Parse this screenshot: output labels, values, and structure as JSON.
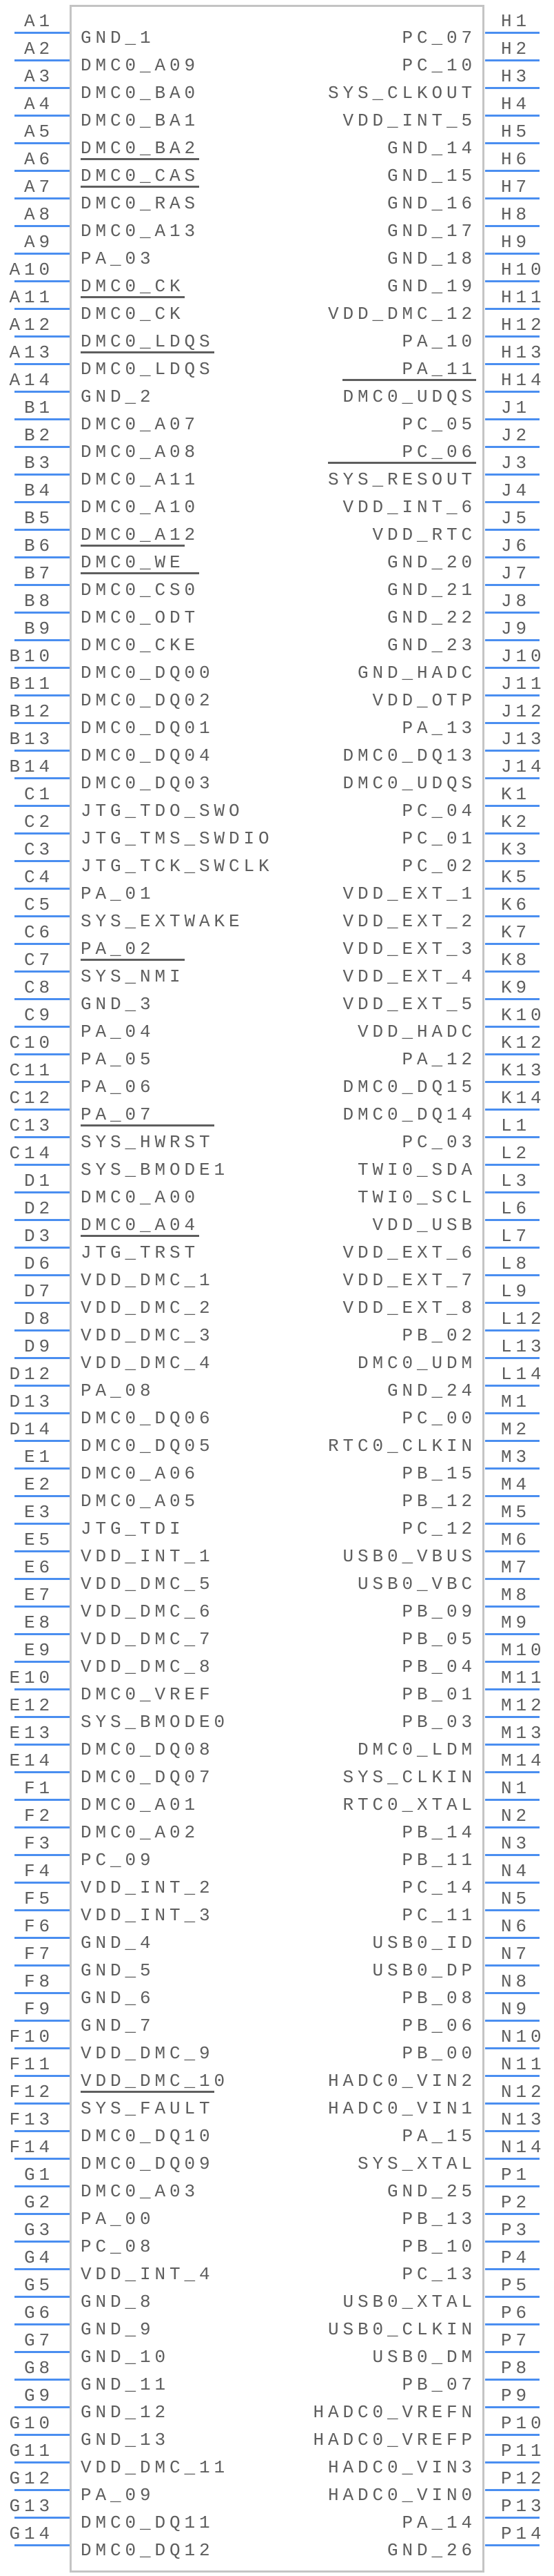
{
  "symbol": {
    "pin_color": "#4a8ef0",
    "text_color": "#5e5e5e",
    "outline_color": "#c4c4c4",
    "left_pins": [
      {
        "num": "A1",
        "name": "GND_1"
      },
      {
        "num": "A2",
        "name": "DMC0_A09"
      },
      {
        "num": "A3",
        "name": "DMC0_BA0"
      },
      {
        "num": "A4",
        "name": "DMC0_BA1"
      },
      {
        "num": "A5",
        "name": "DMC0_BA2"
      },
      {
        "num": "A6",
        "name": "DMC0_CAS",
        "inverted": true
      },
      {
        "num": "A7",
        "name": "DMC0_RAS",
        "inverted": true
      },
      {
        "num": "A8",
        "name": "DMC0_A13"
      },
      {
        "num": "A9",
        "name": "PA_03"
      },
      {
        "num": "A10",
        "name": "DMC0_CK"
      },
      {
        "num": "A11",
        "name": "DMC0_CK",
        "inverted": true
      },
      {
        "num": "A12",
        "name": "DMC0_LDQS"
      },
      {
        "num": "A13",
        "name": "DMC0_LDQS",
        "inverted": true
      },
      {
        "num": "A14",
        "name": "GND_2"
      },
      {
        "num": "B1",
        "name": "DMC0_A07"
      },
      {
        "num": "B2",
        "name": "DMC0_A08"
      },
      {
        "num": "B3",
        "name": "DMC0_A11"
      },
      {
        "num": "B4",
        "name": "DMC0_A10"
      },
      {
        "num": "B5",
        "name": "DMC0_A12"
      },
      {
        "num": "B6",
        "name": "DMC0_WE",
        "inverted": true
      },
      {
        "num": "B7",
        "name": "DMC0_CS0",
        "inverted": true
      },
      {
        "num": "B8",
        "name": "DMC0_ODT"
      },
      {
        "num": "B9",
        "name": "DMC0_CKE"
      },
      {
        "num": "B10",
        "name": "DMC0_DQ00"
      },
      {
        "num": "B11",
        "name": "DMC0_DQ02"
      },
      {
        "num": "B12",
        "name": "DMC0_DQ01"
      },
      {
        "num": "B13",
        "name": "DMC0_DQ04"
      },
      {
        "num": "B14",
        "name": "DMC0_DQ03"
      },
      {
        "num": "C1",
        "name": "JTG_TDO_SWO"
      },
      {
        "num": "C2",
        "name": "JTG_TMS_SWDIO"
      },
      {
        "num": "C3",
        "name": "JTG_TCK_SWCLK"
      },
      {
        "num": "C4",
        "name": "PA_01"
      },
      {
        "num": "C5",
        "name": "SYS_EXTWAKE"
      },
      {
        "num": "C6",
        "name": "PA_02"
      },
      {
        "num": "C7",
        "name": "SYS_NMI",
        "inverted": true
      },
      {
        "num": "C8",
        "name": "GND_3"
      },
      {
        "num": "C9",
        "name": "PA_04"
      },
      {
        "num": "C10",
        "name": "PA_05"
      },
      {
        "num": "C11",
        "name": "PA_06"
      },
      {
        "num": "C12",
        "name": "PA_07"
      },
      {
        "num": "C13",
        "name": "SYS_HWRST",
        "inverted": true
      },
      {
        "num": "C14",
        "name": "SYS_BMODE1"
      },
      {
        "num": "D1",
        "name": "DMC0_A00"
      },
      {
        "num": "D2",
        "name": "DMC0_A04"
      },
      {
        "num": "D3",
        "name": "JTG_TRST",
        "inverted": true
      },
      {
        "num": "D6",
        "name": "VDD_DMC_1"
      },
      {
        "num": "D7",
        "name": "VDD_DMC_2"
      },
      {
        "num": "D8",
        "name": "VDD_DMC_3"
      },
      {
        "num": "D9",
        "name": "VDD_DMC_4"
      },
      {
        "num": "D12",
        "name": "PA_08"
      },
      {
        "num": "D13",
        "name": "DMC0_DQ06"
      },
      {
        "num": "D14",
        "name": "DMC0_DQ05"
      },
      {
        "num": "E1",
        "name": "DMC0_A06"
      },
      {
        "num": "E2",
        "name": "DMC0_A05"
      },
      {
        "num": "E3",
        "name": "JTG_TDI"
      },
      {
        "num": "E5",
        "name": "VDD_INT_1"
      },
      {
        "num": "E6",
        "name": "VDD_DMC_5"
      },
      {
        "num": "E7",
        "name": "VDD_DMC_6"
      },
      {
        "num": "E8",
        "name": "VDD_DMC_7"
      },
      {
        "num": "E9",
        "name": "VDD_DMC_8"
      },
      {
        "num": "E10",
        "name": "DMC0_VREF"
      },
      {
        "num": "E12",
        "name": "SYS_BMODE0"
      },
      {
        "num": "E13",
        "name": "DMC0_DQ08"
      },
      {
        "num": "E14",
        "name": "DMC0_DQ07"
      },
      {
        "num": "F1",
        "name": "DMC0_A01"
      },
      {
        "num": "F2",
        "name": "DMC0_A02"
      },
      {
        "num": "F3",
        "name": "PC_09"
      },
      {
        "num": "F4",
        "name": "VDD_INT_2"
      },
      {
        "num": "F5",
        "name": "VDD_INT_3"
      },
      {
        "num": "F6",
        "name": "GND_4"
      },
      {
        "num": "F7",
        "name": "GND_5"
      },
      {
        "num": "F8",
        "name": "GND_6"
      },
      {
        "num": "F9",
        "name": "GND_7"
      },
      {
        "num": "F10",
        "name": "VDD_DMC_9"
      },
      {
        "num": "F11",
        "name": "VDD_DMC_10"
      },
      {
        "num": "F12",
        "name": "SYS_FAULT",
        "inverted": true
      },
      {
        "num": "F13",
        "name": "DMC0_DQ10"
      },
      {
        "num": "F14",
        "name": "DMC0_DQ09"
      },
      {
        "num": "G1",
        "name": "DMC0_A03"
      },
      {
        "num": "G2",
        "name": "PA_00"
      },
      {
        "num": "G3",
        "name": "PC_08"
      },
      {
        "num": "G4",
        "name": "VDD_INT_4"
      },
      {
        "num": "G5",
        "name": "GND_8"
      },
      {
        "num": "G6",
        "name": "GND_9"
      },
      {
        "num": "G7",
        "name": "GND_10"
      },
      {
        "num": "G8",
        "name": "GND_11"
      },
      {
        "num": "G9",
        "name": "GND_12"
      },
      {
        "num": "G10",
        "name": "GND_13"
      },
      {
        "num": "G11",
        "name": "VDD_DMC_11"
      },
      {
        "num": "G12",
        "name": "PA_09"
      },
      {
        "num": "G13",
        "name": "DMC0_DQ11"
      },
      {
        "num": "G14",
        "name": "DMC0_DQ12"
      }
    ],
    "right_pins": [
      {
        "num": "H1",
        "name": "PC_07"
      },
      {
        "num": "H2",
        "name": "PC_10"
      },
      {
        "num": "H3",
        "name": "SYS_CLKOUT"
      },
      {
        "num": "H4",
        "name": "VDD_INT_5"
      },
      {
        "num": "H5",
        "name": "GND_14"
      },
      {
        "num": "H6",
        "name": "GND_15"
      },
      {
        "num": "H7",
        "name": "GND_16"
      },
      {
        "num": "H8",
        "name": "GND_17"
      },
      {
        "num": "H9",
        "name": "GND_18"
      },
      {
        "num": "H10",
        "name": "GND_19"
      },
      {
        "num": "H11",
        "name": "VDD_DMC_12"
      },
      {
        "num": "H12",
        "name": "PA_10"
      },
      {
        "num": "H13",
        "name": "PA_11"
      },
      {
        "num": "H14",
        "name": "DMC0_UDQS",
        "inverted": true
      },
      {
        "num": "J1",
        "name": "PC_05"
      },
      {
        "num": "J2",
        "name": "PC_06"
      },
      {
        "num": "J3",
        "name": "SYS_RESOUT",
        "inverted": true
      },
      {
        "num": "J4",
        "name": "VDD_INT_6"
      },
      {
        "num": "J5",
        "name": "VDD_RTC"
      },
      {
        "num": "J6",
        "name": "GND_20"
      },
      {
        "num": "J7",
        "name": "GND_21"
      },
      {
        "num": "J8",
        "name": "GND_22"
      },
      {
        "num": "J9",
        "name": "GND_23"
      },
      {
        "num": "J10",
        "name": "GND_HADC"
      },
      {
        "num": "J11",
        "name": "VDD_OTP"
      },
      {
        "num": "J12",
        "name": "PA_13"
      },
      {
        "num": "J13",
        "name": "DMC0_DQ13"
      },
      {
        "num": "J14",
        "name": "DMC0_UDQS"
      },
      {
        "num": "K1",
        "name": "PC_04"
      },
      {
        "num": "K2",
        "name": "PC_01"
      },
      {
        "num": "K3",
        "name": "PC_02"
      },
      {
        "num": "K5",
        "name": "VDD_EXT_1"
      },
      {
        "num": "K6",
        "name": "VDD_EXT_2"
      },
      {
        "num": "K7",
        "name": "VDD_EXT_3"
      },
      {
        "num": "K8",
        "name": "VDD_EXT_4"
      },
      {
        "num": "K9",
        "name": "VDD_EXT_5"
      },
      {
        "num": "K10",
        "name": "VDD_HADC"
      },
      {
        "num": "K12",
        "name": "PA_12"
      },
      {
        "num": "K13",
        "name": "DMC0_DQ15"
      },
      {
        "num": "K14",
        "name": "DMC0_DQ14"
      },
      {
        "num": "L1",
        "name": "PC_03"
      },
      {
        "num": "L2",
        "name": "TWI0_SDA"
      },
      {
        "num": "L3",
        "name": "TWI0_SCL"
      },
      {
        "num": "L6",
        "name": "VDD_USB"
      },
      {
        "num": "L7",
        "name": "VDD_EXT_6"
      },
      {
        "num": "L8",
        "name": "VDD_EXT_7"
      },
      {
        "num": "L9",
        "name": "VDD_EXT_8"
      },
      {
        "num": "L12",
        "name": "PB_02"
      },
      {
        "num": "L13",
        "name": "DMC0_UDM"
      },
      {
        "num": "L14",
        "name": "GND_24"
      },
      {
        "num": "M1",
        "name": "PC_00"
      },
      {
        "num": "M2",
        "name": "RTC0_CLKIN"
      },
      {
        "num": "M3",
        "name": "PB_15"
      },
      {
        "num": "M4",
        "name": "PB_12"
      },
      {
        "num": "M5",
        "name": "PC_12"
      },
      {
        "num": "M6",
        "name": "USB0_VBUS"
      },
      {
        "num": "M7",
        "name": "USB0_VBC"
      },
      {
        "num": "M8",
        "name": "PB_09"
      },
      {
        "num": "M9",
        "name": "PB_05"
      },
      {
        "num": "M10",
        "name": "PB_04"
      },
      {
        "num": "M11",
        "name": "PB_01"
      },
      {
        "num": "M12",
        "name": "PB_03"
      },
      {
        "num": "M13",
        "name": "DMC0_LDM"
      },
      {
        "num": "M14",
        "name": "SYS_CLKIN"
      },
      {
        "num": "N1",
        "name": "RTC0_XTAL"
      },
      {
        "num": "N2",
        "name": "PB_14"
      },
      {
        "num": "N3",
        "name": "PB_11"
      },
      {
        "num": "N4",
        "name": "PC_14"
      },
      {
        "num": "N5",
        "name": "PC_11"
      },
      {
        "num": "N6",
        "name": "USB0_ID"
      },
      {
        "num": "N7",
        "name": "USB0_DP"
      },
      {
        "num": "N8",
        "name": "PB_08"
      },
      {
        "num": "N9",
        "name": "PB_06"
      },
      {
        "num": "N10",
        "name": "PB_00"
      },
      {
        "num": "N11",
        "name": "HADC0_VIN2"
      },
      {
        "num": "N12",
        "name": "HADC0_VIN1"
      },
      {
        "num": "N13",
        "name": "PA_15"
      },
      {
        "num": "N14",
        "name": "SYS_XTAL"
      },
      {
        "num": "P1",
        "name": "GND_25"
      },
      {
        "num": "P2",
        "name": "PB_13"
      },
      {
        "num": "P3",
        "name": "PB_10"
      },
      {
        "num": "P4",
        "name": "PC_13"
      },
      {
        "num": "P5",
        "name": "USB0_XTAL"
      },
      {
        "num": "P6",
        "name": "USB0_CLKIN"
      },
      {
        "num": "P7",
        "name": "USB0_DM"
      },
      {
        "num": "P8",
        "name": "PB_07"
      },
      {
        "num": "P9",
        "name": "HADC0_VREFN"
      },
      {
        "num": "P10",
        "name": "HADC0_VREFP"
      },
      {
        "num": "P11",
        "name": "HADC0_VIN3"
      },
      {
        "num": "P12",
        "name": "HADC0_VIN0"
      },
      {
        "num": "P13",
        "name": "PA_14"
      },
      {
        "num": "P14",
        "name": "GND_26"
      }
    ]
  }
}
